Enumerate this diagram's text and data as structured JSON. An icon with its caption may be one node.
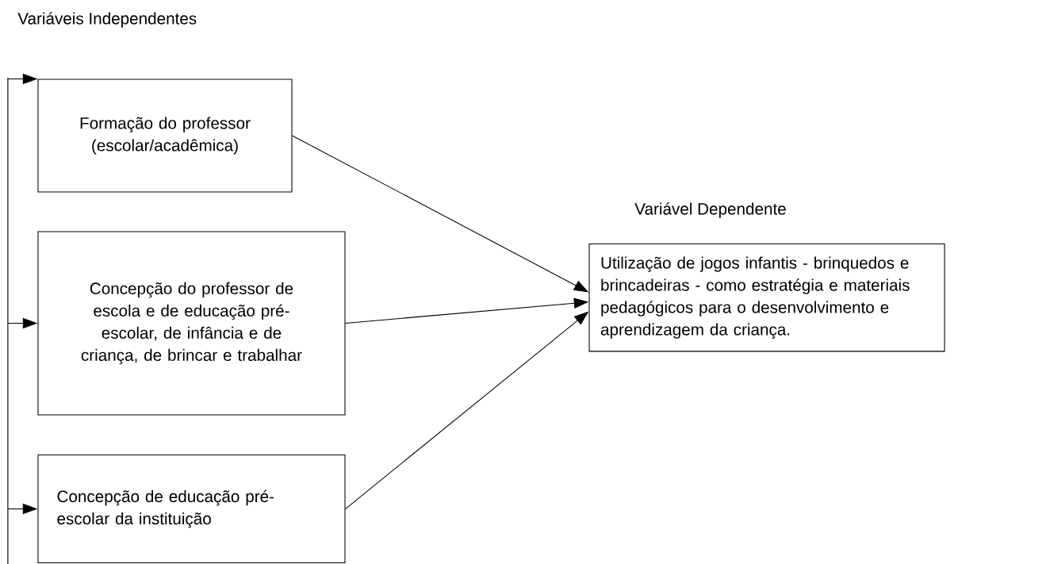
{
  "diagram": {
    "nodes": [
      {
        "text": [
          "Formação do professor (escolar/acadêmica)"
        ]
      },
      {
        "text": [
          "Concepção do professor de escola e de educação pré-escolar, de infância e de criança, de brincar e trabalhar"
        ]
      },
      {
        "text": [
          "Concepção de educação pré-escolar da instituição"
        ]
      },
      {
        "text": [
          "Utilização de jogos infantis - brinquedos e brincadeiras - como estratégia e materiais pedagógicos para o desenvolvimento e aprendizagem da criança."
        ]
      }
    ],
    "edges": [
      {
        "from": null,
        "to": 0,
        "arrow": "to"
      },
      {
        "from": null,
        "to": 1,
        "arrow": "to"
      },
      {
        "from": null,
        "to": 2,
        "arrow": "to"
      },
      {
        "from": 0,
        "to": 3,
        "arrow": "to"
      },
      {
        "from": 1,
        "to": 3,
        "arrow": "to"
      },
      {
        "from": 2,
        "to": 3,
        "arrow": "to"
      }
    ],
    "labels": [
      "Variáveis Independentes",
      "Variável Dependente"
    ]
  }
}
